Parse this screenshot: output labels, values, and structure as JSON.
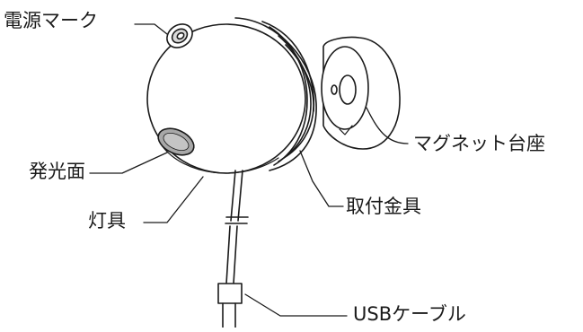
{
  "labels": {
    "power_mark": "電源マーク",
    "light_surface": "発光面",
    "lamp_body": "灯具",
    "mount_bracket": "取付金具",
    "magnet_base": "マグネット台座",
    "usb_cable": "USBケーブル"
  },
  "colors": {
    "line": "#1a1a1a",
    "fill": "#ffffff",
    "shade": "#d9d9d9",
    "grille": "#a8a8a8"
  }
}
